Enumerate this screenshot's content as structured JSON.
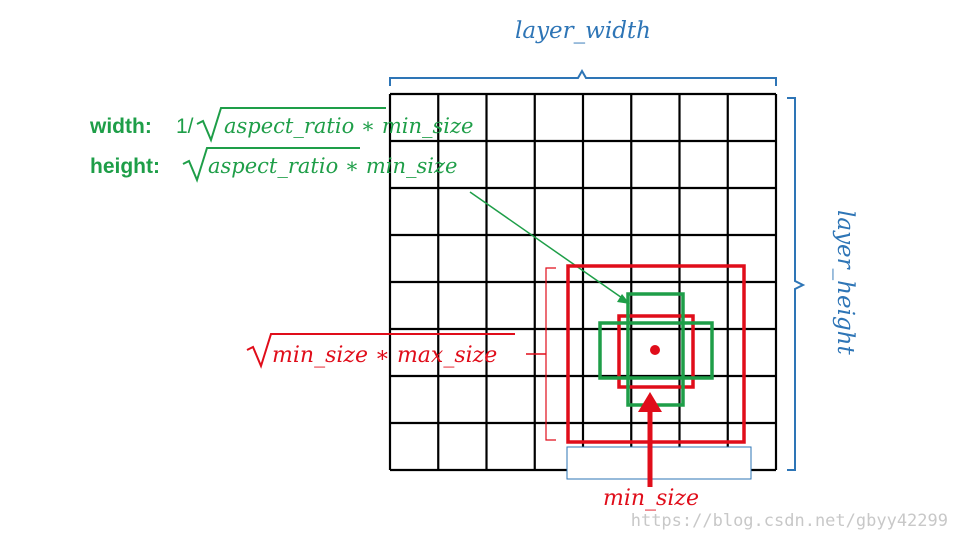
{
  "labels": {
    "layer_width": "layer_width",
    "layer_height": "layer_height",
    "width_prefix": "width:",
    "width_expr_lead": "1/",
    "width_expr": "aspect_ratio ∗ min_size",
    "height_prefix": "height:",
    "height_expr": "aspect_ratio ∗ min_size",
    "sqrt_big": "min_size ∗ max_size",
    "min_size": "min_size",
    "watermark": "https://blog.csdn.net/gbyy42299"
  },
  "grid": {
    "columns": 8,
    "rows": 8
  },
  "colors": {
    "grid": "#000000",
    "blue": "#2e75b6",
    "green": "#1e9e48",
    "red": "#e00d1a",
    "watermark": "#c8c8c8"
  }
}
